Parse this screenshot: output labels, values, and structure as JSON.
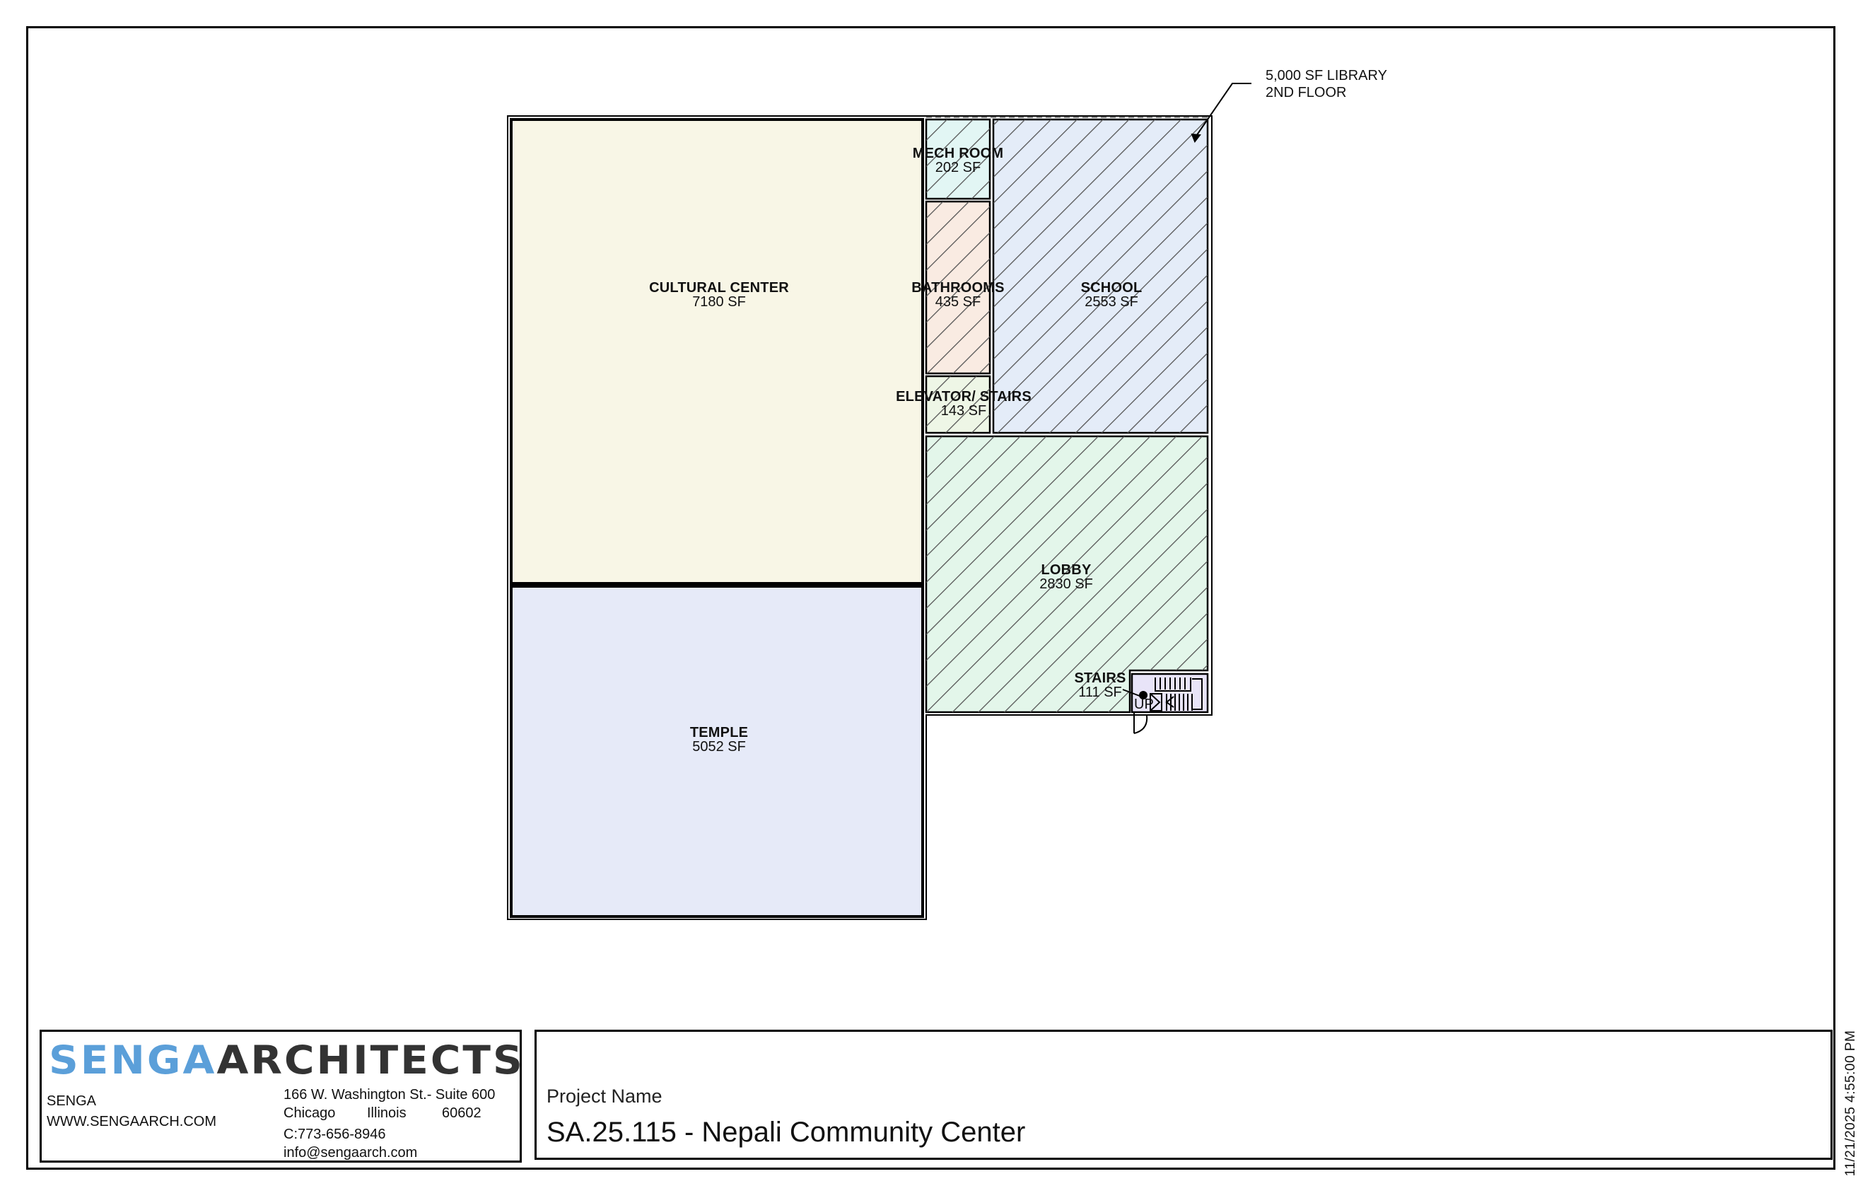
{
  "drawing": {
    "type": "floor-plan",
    "callout": {
      "line1": "5,000 SF LIBRARY",
      "line2": "2ND FLOOR"
    },
    "rooms": [
      {
        "id": "cultural-center",
        "name": "CULTURAL CENTER",
        "area": "7180 SF",
        "fill": "#f8f6e6",
        "hatched": false
      },
      {
        "id": "temple",
        "name": "TEMPLE",
        "area": "5052 SF",
        "fill": "#e6eaf8",
        "hatched": false
      },
      {
        "id": "mech-room",
        "name": "MECH ROOM",
        "area": "202 SF",
        "fill": "#e2f6f4",
        "hatched": true
      },
      {
        "id": "bathrooms",
        "name": "BATHROOMS",
        "area": "435 SF",
        "fill": "#f9ebe2",
        "hatched": true
      },
      {
        "id": "elevator-stairs",
        "name": "ELEVATOR/ STAIRS",
        "area": "143 SF",
        "fill": "#eef6e6",
        "hatched": true
      },
      {
        "id": "school",
        "name": "SCHOOL",
        "area": "2553 SF",
        "fill": "#e4ecf8",
        "hatched": true
      },
      {
        "id": "lobby",
        "name": "LOBBY",
        "area": "2830 SF",
        "fill": "#e3f6ea",
        "hatched": true
      },
      {
        "id": "stairs",
        "name": "STAIRS",
        "area": "111 SF",
        "fill": "#e8e4f8",
        "hatched": false
      }
    ],
    "stair_label": "UP"
  },
  "title_block": {
    "logo": {
      "part1": "SENGA",
      "part2": "ARCHITECTS",
      "part1_color": "#5b9fd9",
      "part2_color": "#333333"
    },
    "firm_name": "SENGA",
    "website": "WWW.SENGAARCH.COM",
    "address_line1": "166 W. Washington St.- Suite 600",
    "city": "Chicago",
    "state": "Illinois",
    "zip": "60602",
    "phone": "C:773-656-8946",
    "email": "info@sengaarch.com",
    "project_label": "Project Name",
    "project_title": "SA.25.115 - Nepali Community Center"
  },
  "timestamp": "11/21/2025 4:55:00 PM"
}
